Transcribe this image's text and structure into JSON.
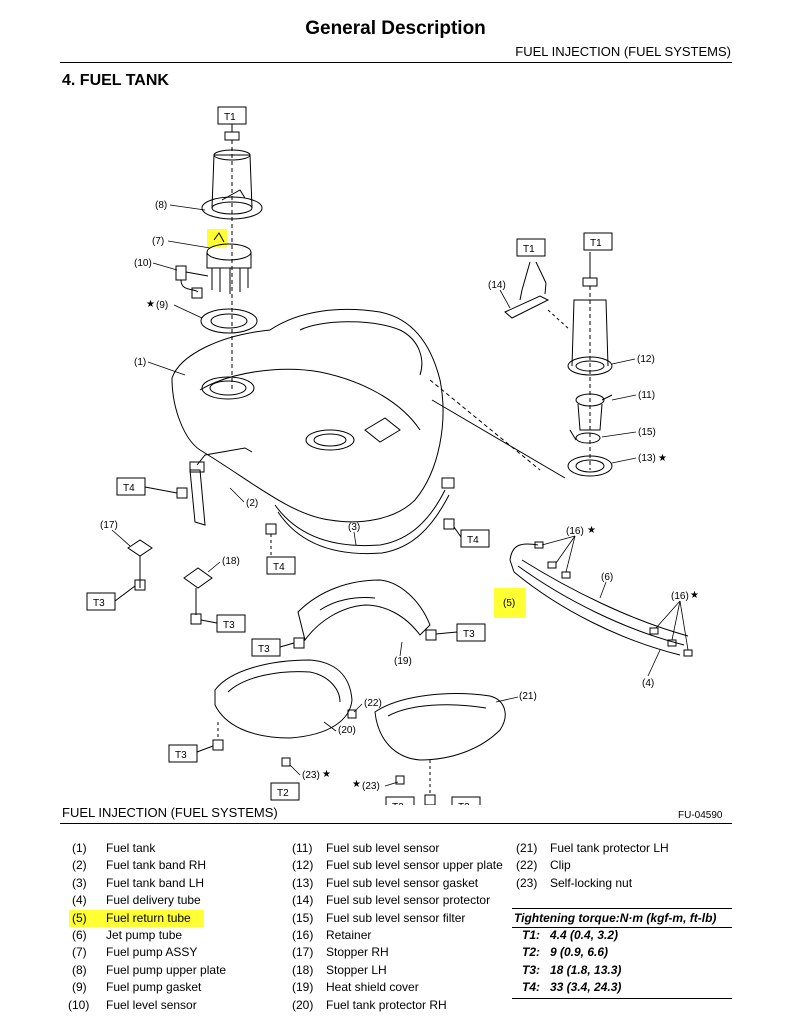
{
  "header": {
    "title": "General Description",
    "subtitle": "FUEL INJECTION (FUEL SYSTEMS)",
    "section": "4.  FUEL TANK"
  },
  "footer": {
    "left": "FUEL INJECTION (FUEL SYSTEMS)",
    "figure_id": "FU-04590"
  },
  "diagram_labels": {
    "t1": "T1",
    "t2": "T2",
    "t3": "T3",
    "t4": "T4",
    "p1": "(1)",
    "p2": "(2)",
    "p3": "(3)",
    "p4": "(4)",
    "p5": "(5)",
    "p6": "(6)",
    "p7": "(7)",
    "p8": "(8)",
    "p9": "(9)",
    "p10": "(10)",
    "p11": "(11)",
    "p12": "(12)",
    "p13": "(13)",
    "p14": "(14)",
    "p15": "(15)",
    "p16": "(16)",
    "p17": "(17)",
    "p18": "(18)",
    "p19": "(19)",
    "p20": "(20)",
    "p21": "(21)",
    "p23": "(23)",
    "star": "★"
  },
  "legend": {
    "col1": [
      {
        "num": "(1)",
        "text": "Fuel tank"
      },
      {
        "num": "(2)",
        "text": "Fuel tank band RH"
      },
      {
        "num": "(3)",
        "text": "Fuel tank band LH"
      },
      {
        "num": "(4)",
        "text": "Fuel delivery tube"
      },
      {
        "num": "(5)",
        "text": "Fuel return tube"
      },
      {
        "num": "(6)",
        "text": "Jet pump tube"
      },
      {
        "num": "(7)",
        "text": "Fuel pump ASSY"
      },
      {
        "num": "(8)",
        "text": "Fuel pump upper plate"
      },
      {
        "num": "(9)",
        "text": "Fuel pump gasket"
      },
      {
        "num": "(10)",
        "text": "Fuel level sensor"
      }
    ],
    "col2": [
      {
        "num": "(11)",
        "text": "Fuel sub level sensor"
      },
      {
        "num": "(12)",
        "text": "Fuel sub level sensor upper plate"
      },
      {
        "num": "(13)",
        "text": "Fuel sub level sensor gasket"
      },
      {
        "num": "(14)",
        "text": "Fuel sub level sensor protector"
      },
      {
        "num": "(15)",
        "text": "Fuel sub level sensor filter"
      },
      {
        "num": "(16)",
        "text": "Retainer"
      },
      {
        "num": "(17)",
        "text": "Stopper RH"
      },
      {
        "num": "(18)",
        "text": "Stopper LH"
      },
      {
        "num": "(19)",
        "text": "Heat shield cover"
      },
      {
        "num": "(20)",
        "text": "Fuel tank protector RH"
      }
    ],
    "col3": [
      {
        "num": "(21)",
        "text": "Fuel tank protector LH"
      },
      {
        "num": "(22)",
        "text": "Clip"
      },
      {
        "num": "(23)",
        "text": "Self-locking nut"
      }
    ],
    "highlight_color": "#ffff33"
  },
  "torque": {
    "heading": "Tightening torque:N·m (kgf-m, ft-lb)",
    "rows": [
      {
        "key": "T1:",
        "value": "4.4 (0.4, 3.2)"
      },
      {
        "key": "T2:",
        "value": "9 (0.9, 6.6)"
      },
      {
        "key": "T3:",
        "value": "18 (1.8, 13.3)"
      },
      {
        "key": "T4:",
        "value": "33 (3.4, 24.3)"
      }
    ]
  }
}
